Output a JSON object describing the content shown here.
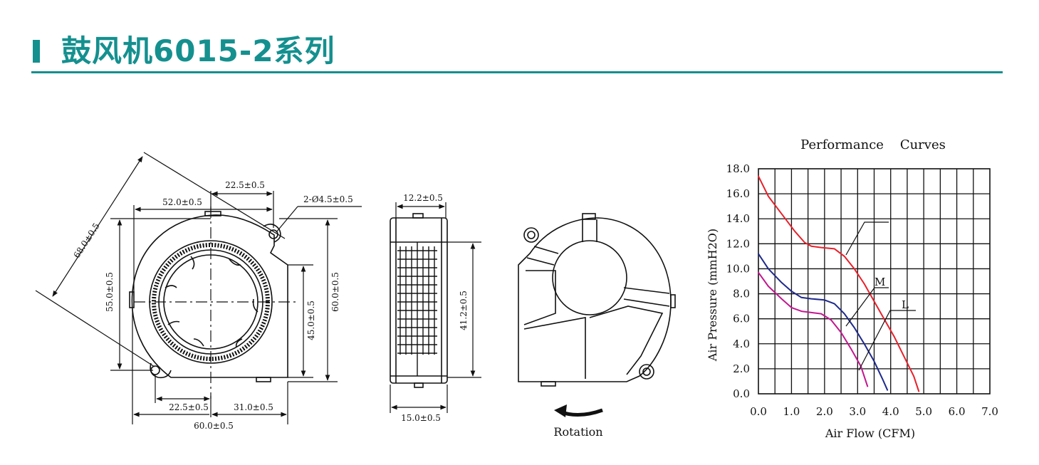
{
  "header": {
    "title": "鼓风机6015-2系列",
    "accent_color": "#14908f"
  },
  "front_view": {
    "dims": {
      "diag": "68.0±0.5",
      "top_offset": "22.5±0.5",
      "top_width": "52.0±0.5",
      "holes": "2-Ø4.5±0.5",
      "left_height": "55.0±0.5",
      "outlet_height": "45.0±0.5",
      "total_height": "60.0±0.5",
      "bottom_offset": "22.5±0.5",
      "bottom_right": "31.0±0.5",
      "total_width": "60.0±0.5"
    }
  },
  "side_view": {
    "dims": {
      "top_width": "12.2±0.5",
      "inner_height": "41.2±0.5",
      "thickness": "15.0±0.5"
    }
  },
  "back_view": {
    "rotation_label": "Rotation"
  },
  "chart_data": {
    "type": "line",
    "title": "Performance    Curves",
    "xlabel": "Air Flow (CFM)",
    "ylabel": "Air Pressure (mmH2O)",
    "xlim": [
      0,
      7
    ],
    "ylim": [
      0,
      18
    ],
    "x_ticks": [
      "0.0",
      "1.0",
      "2.0",
      "3.0",
      "4.0",
      "5.0",
      "6.0",
      "7.0"
    ],
    "y_ticks": [
      "0.0",
      "2.0",
      "4.0",
      "6.0",
      "8.0",
      "10.0",
      "12.0",
      "14.0",
      "16.0",
      "18.0"
    ],
    "grid": true,
    "series": [
      {
        "name": "",
        "color": "#e8202a",
        "x": [
          0,
          0.3,
          0.7,
          1.1,
          1.4,
          1.6,
          1.9,
          2.3,
          2.6,
          2.9,
          3.2,
          3.5,
          3.8,
          4.1,
          4.4,
          4.7,
          4.85
        ],
        "y": [
          17.4,
          15.8,
          14.4,
          13.0,
          12.1,
          11.8,
          11.7,
          11.6,
          11.0,
          10.0,
          8.8,
          7.4,
          6.0,
          4.6,
          3.0,
          1.4,
          0.2
        ]
      },
      {
        "name": "M",
        "color": "#1e2a8c",
        "x": [
          0,
          0.3,
          0.7,
          1.0,
          1.3,
          1.6,
          2.0,
          2.3,
          2.6,
          2.9,
          3.2,
          3.5,
          3.75,
          3.9
        ],
        "y": [
          11.2,
          10.0,
          8.9,
          8.2,
          7.7,
          7.6,
          7.5,
          7.2,
          6.4,
          5.3,
          4.0,
          2.6,
          1.2,
          0.3
        ]
      },
      {
        "name": "L",
        "color": "#c2188f",
        "x": [
          0,
          0.3,
          0.7,
          1.0,
          1.3,
          1.6,
          1.9,
          2.2,
          2.5,
          2.8,
          3.1,
          3.3
        ],
        "y": [
          9.7,
          8.6,
          7.6,
          6.9,
          6.6,
          6.5,
          6.4,
          5.9,
          4.9,
          3.6,
          2.2,
          0.6
        ]
      }
    ]
  }
}
